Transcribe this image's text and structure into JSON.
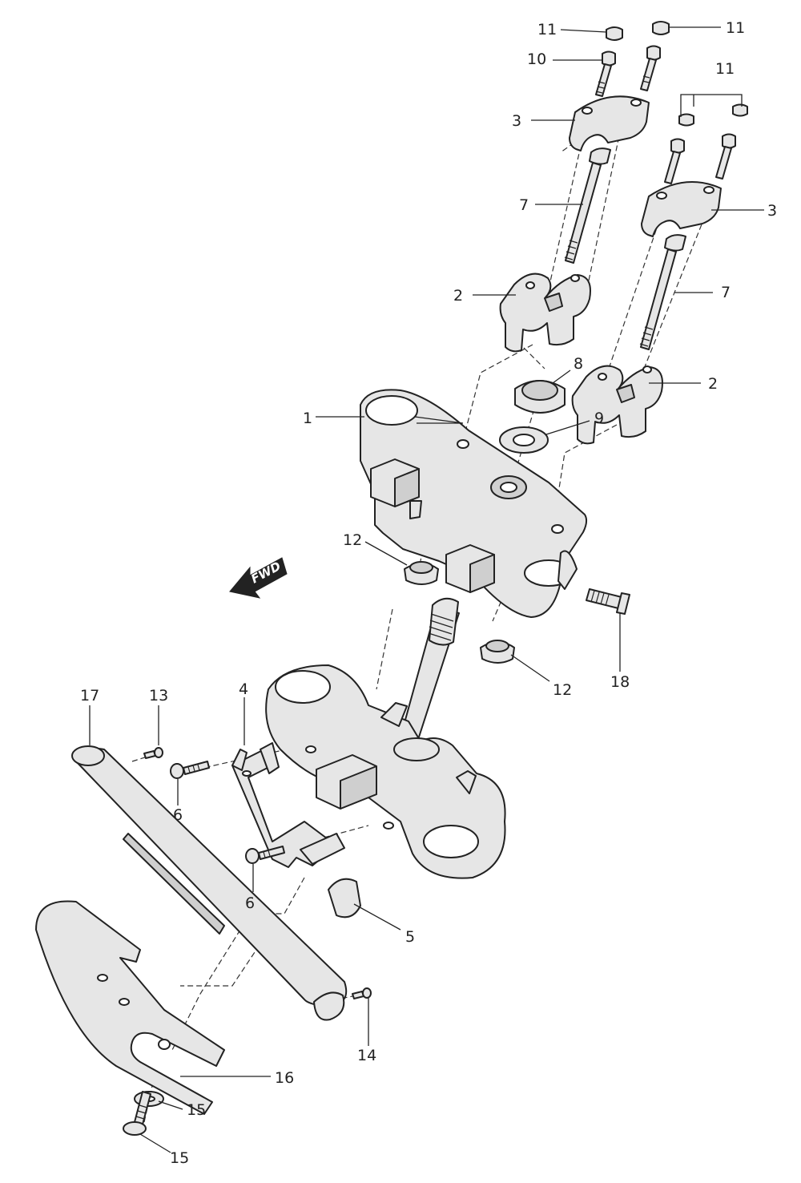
{
  "callouts": [
    {
      "id": "c1",
      "text": "1"
    },
    {
      "id": "c2a",
      "text": "2"
    },
    {
      "id": "c2b",
      "text": "2"
    },
    {
      "id": "c3a",
      "text": "3"
    },
    {
      "id": "c3b",
      "text": "3"
    },
    {
      "id": "c4",
      "text": "4"
    },
    {
      "id": "c5",
      "text": "5"
    },
    {
      "id": "c6a",
      "text": "6"
    },
    {
      "id": "c6b",
      "text": "6"
    },
    {
      "id": "c7a",
      "text": "7"
    },
    {
      "id": "c7b",
      "text": "7"
    },
    {
      "id": "c8",
      "text": "8"
    },
    {
      "id": "c9",
      "text": "9"
    },
    {
      "id": "c10",
      "text": "10"
    },
    {
      "id": "c11a",
      "text": "11"
    },
    {
      "id": "c11b",
      "text": "11"
    },
    {
      "id": "c11c",
      "text": "11"
    },
    {
      "id": "c12a",
      "text": "12"
    },
    {
      "id": "c12b",
      "text": "12"
    },
    {
      "id": "c13",
      "text": "13"
    },
    {
      "id": "c14",
      "text": "14"
    },
    {
      "id": "c15a",
      "text": "15"
    },
    {
      "id": "c15b",
      "text": "15"
    },
    {
      "id": "c16",
      "text": "16"
    },
    {
      "id": "c17",
      "text": "17"
    },
    {
      "id": "c18",
      "text": "18"
    }
  ],
  "direction_arrow": {
    "label": "FWD"
  },
  "colors": {
    "line": "#222222",
    "fill": "#e6e6e6",
    "background": "#ffffff"
  }
}
